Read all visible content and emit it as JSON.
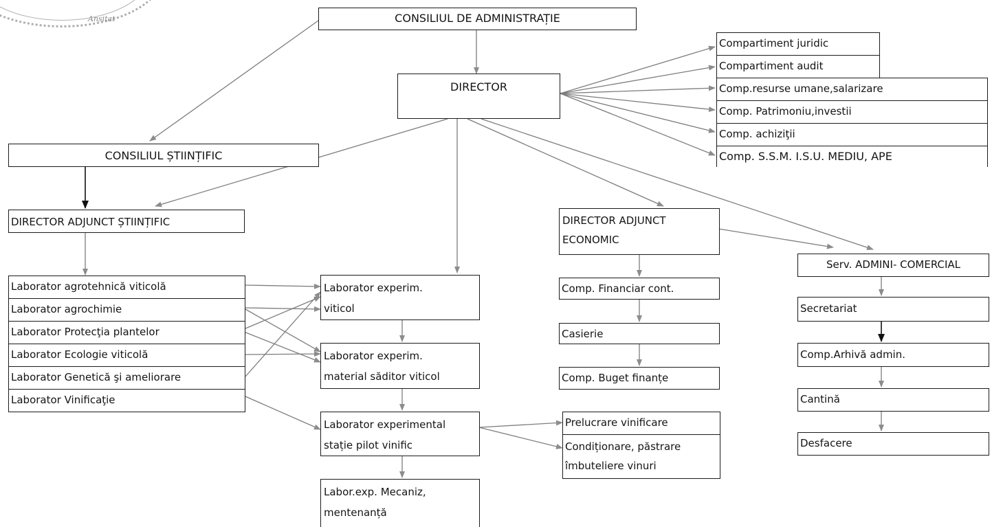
{
  "stamp": {
    "text": "Ansitat"
  },
  "nodes": {
    "consiliul_administratie": "CONSILIUL DE ADMINISTRAȚIE",
    "director": "DIRECTOR",
    "consiliul_stiintific": "CONSILIUL ȘTIINȚIFIC",
    "director_adjunct_stiintific": "DIRECTOR ADJUNCT ȘTIINȚIFIC",
    "director_adjunct_economic": [
      "DIRECTOR ADJUNCT",
      "ECONOMIC"
    ],
    "compartments": [
      "Compartiment juridic",
      "Compartiment audit",
      "Comp.resurse umane,salarizare",
      "Comp. Patrimoniu,investii",
      "Comp. achiziţii",
      "Comp. S.S.M. I.S.U. MEDIU, APE"
    ],
    "laboratories": [
      "Laborator agrotehnică viticolă",
      "Laborator agrochimie",
      "Laborator Protecţia plantelor",
      "Laborator  Ecologie viticolă",
      "Laborator Genetică şi ameliorare",
      "Laborator  Vinificaţie"
    ],
    "lab_exp_viticol": [
      "Laborator experim.",
      "viticol"
    ],
    "lab_exp_material": [
      "Laborator experim.",
      "material săditor viticol"
    ],
    "lab_exp_statie": [
      "Laborator experimental",
      "stație pilot vinific"
    ],
    "lab_exp_mecaniz": [
      "Labor.exp. Mecaniz,",
      "mentenanță"
    ],
    "prelucrare": "Prelucrare vinificare",
    "conditionare": [
      "Condiționare, păstrare",
      "îmbuteliere vinuri"
    ],
    "comp_financiar": "Comp. Financiar cont.",
    "casierie": "Casierie",
    "comp_buget": "Comp. Buget finanțe",
    "serv_admin": "Serv. ADMINI- COMERCIAL",
    "secretariat": "Secretariat",
    "comp_arhiva": "Comp.Arhivă admin.",
    "cantina": "Cantină",
    "desfacere": "Desfacere"
  }
}
